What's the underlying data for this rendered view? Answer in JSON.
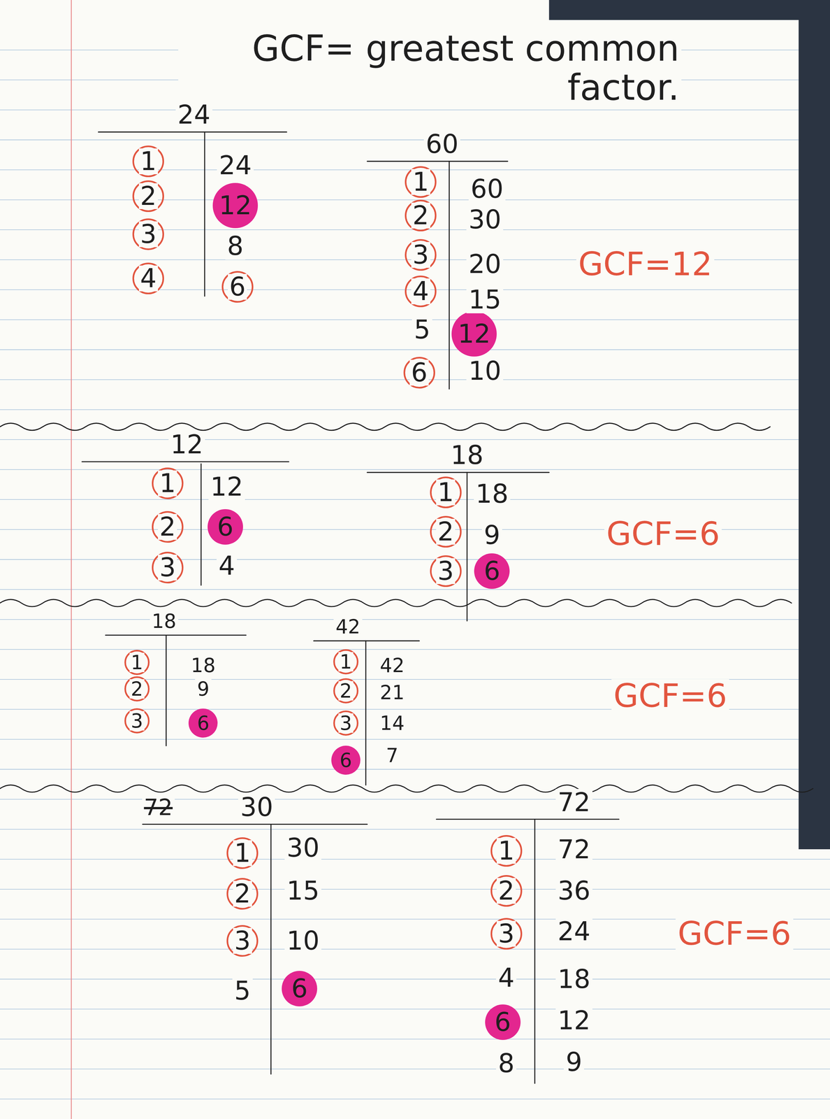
{
  "diagram": {
    "title": "GCF= greatest common factor.",
    "nodes": [
      {
        "text": [
          "1"
        ]
      },
      {
        "text": [
          "2"
        ]
      },
      {
        "text": [
          "12"
        ]
      },
      {
        "text": [
          "3"
        ]
      },
      {
        "text": [
          "4"
        ]
      },
      {
        "text": [
          "6"
        ]
      },
      {
        "text": [
          "1"
        ]
      },
      {
        "text": [
          "2"
        ]
      },
      {
        "text": [
          "3"
        ]
      },
      {
        "text": [
          "4"
        ]
      },
      {
        "text": [
          "12"
        ]
      },
      {
        "text": [
          "6"
        ]
      },
      {
        "text": [
          "1"
        ]
      },
      {
        "text": [
          "2"
        ]
      },
      {
        "text": [
          "6"
        ]
      },
      {
        "text": [
          "3"
        ]
      },
      {
        "text": [
          "1"
        ]
      },
      {
        "text": [
          "2"
        ]
      },
      {
        "text": [
          "3"
        ]
      },
      {
        "text": [
          "6"
        ]
      },
      {
        "text": [
          "1"
        ]
      },
      {
        "text": [
          "2"
        ]
      },
      {
        "text": [
          "3"
        ]
      },
      {
        "text": [
          "6"
        ]
      },
      {
        "text": [
          "1"
        ]
      },
      {
        "text": [
          "2"
        ]
      },
      {
        "text": [
          "3"
        ]
      },
      {
        "text": [
          "6"
        ]
      },
      {
        "text": [
          "1"
        ]
      },
      {
        "text": [
          "2"
        ]
      },
      {
        "text": [
          "3"
        ]
      },
      {
        "text": [
          "6"
        ]
      },
      {
        "text": [
          "1"
        ]
      },
      {
        "text": [
          "2"
        ]
      },
      {
        "text": [
          "3"
        ]
      },
      {
        "text": [
          "6"
        ]
      }
    ],
    "labels": [
      "24",
      "24",
      "8",
      "60",
      "60",
      "30",
      "20",
      "15",
      "5",
      "10",
      "GCF=12",
      "12",
      "12",
      "4",
      "18",
      "18",
      "9",
      "GCF=6",
      "18",
      "18",
      "9",
      "42",
      "42",
      "21",
      "14",
      "7",
      "GCF=6",
      "72",
      "30",
      "30",
      "15",
      "10",
      "5",
      "72",
      "72",
      "36",
      "24",
      "4",
      "18",
      "12",
      "8",
      "9",
      "GCF=6"
    ]
  }
}
